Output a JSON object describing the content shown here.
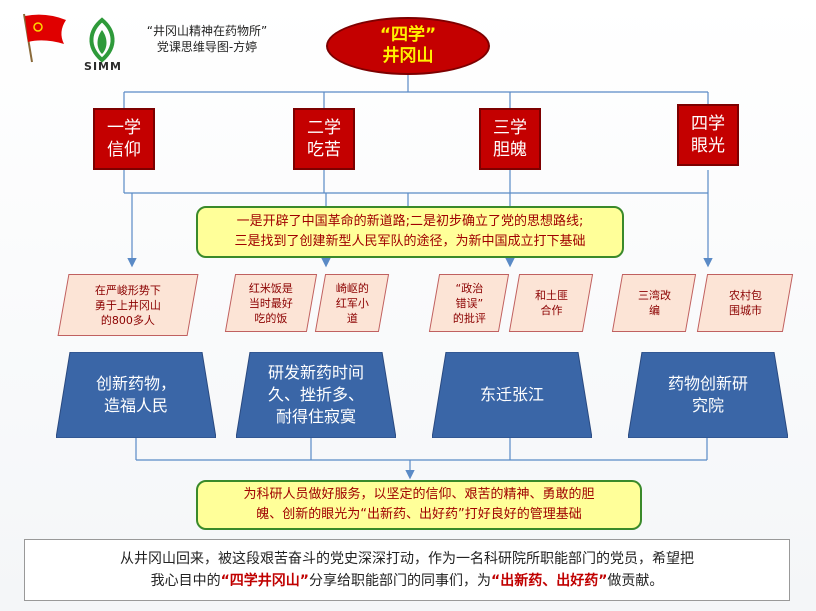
{
  "header": {
    "logo_text": "SIMM",
    "title_line1": "“井冈山精神在药物所”",
    "title_line2": "党课思维导图-方婷"
  },
  "colors": {
    "red": "#c40000",
    "yellow": "#ffff99",
    "blue": "#3a66a7",
    "pink": "#fce4d6"
  },
  "root": {
    "line1": "“四学”",
    "line2": "井冈山"
  },
  "branches": [
    {
      "line1": "一学",
      "line2": "信仰"
    },
    {
      "line1": "二学",
      "line2": "吃苦"
    },
    {
      "line1": "三学",
      "line2": "胆魄"
    },
    {
      "line1": "四学",
      "line2": "眼光"
    }
  ],
  "summary1": {
    "line1": "一是开辟了中国革命的新道路;二是初步确立了党的思想路线;",
    "line2": "三是找到了创建新型人民军队的途径，为新中国成立打下基础"
  },
  "stories": [
    "在严峻形势下\n勇于上井冈山\n的800多人",
    "红米饭是\n当时最好\n吃的饭",
    "崎岖的\n红军小\n道",
    "“政治\n错误”\n的批评",
    "和土匪\n合作",
    "三湾改\n编",
    "农村包\n围城市"
  ],
  "actions": [
    "创新药物，\n造福人民",
    "研发新药时间\n久、挫折多、\n耐得住寂寞",
    "东迁张江",
    "药物创新研\n究院"
  ],
  "summary2": {
    "line1": "为科研人员做好服务，以坚定的信仰、艰苦的精神、勇敢的胆",
    "line2": "魄、创新的眼光为“出新药、出好药”打好良好的管理基础"
  },
  "conclusion": {
    "part1": "从井冈山回来，被这段艰苦奋斗的党史深深打动，作为一名科研院所职能部门的党员，希望把",
    "part2": "我心目中的",
    "highlight1": "“四学井冈山”",
    "part3": "分享给职能部门的同事们，为",
    "highlight2": "“出新药、出好药”",
    "part4": "做贡献。"
  }
}
